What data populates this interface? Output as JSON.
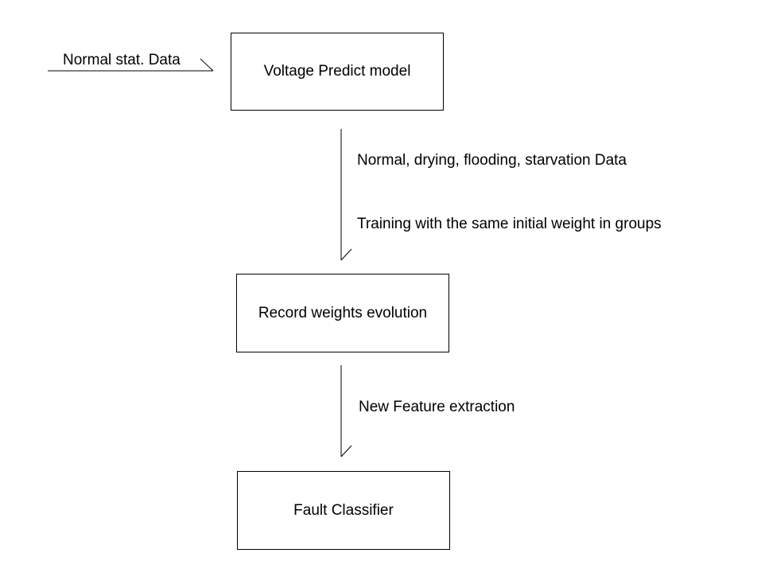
{
  "diagram": {
    "nodes": [
      {
        "id": "voltage-predict-model",
        "label": "Voltage Predict model"
      },
      {
        "id": "record-weights-evolution",
        "label": "Record weights evolution"
      },
      {
        "id": "fault-classifier",
        "label": "Fault Classifier"
      }
    ],
    "edges": [
      {
        "from": "input",
        "to": "voltage-predict-model",
        "labels": [
          "Normal stat. Data"
        ]
      },
      {
        "from": "voltage-predict-model",
        "to": "record-weights-evolution",
        "labels": [
          "Normal, drying, flooding, starvation Data",
          "Training with the same initial weight in groups"
        ]
      },
      {
        "from": "record-weights-evolution",
        "to": "fault-classifier",
        "labels": [
          "New Feature extraction"
        ]
      }
    ]
  }
}
